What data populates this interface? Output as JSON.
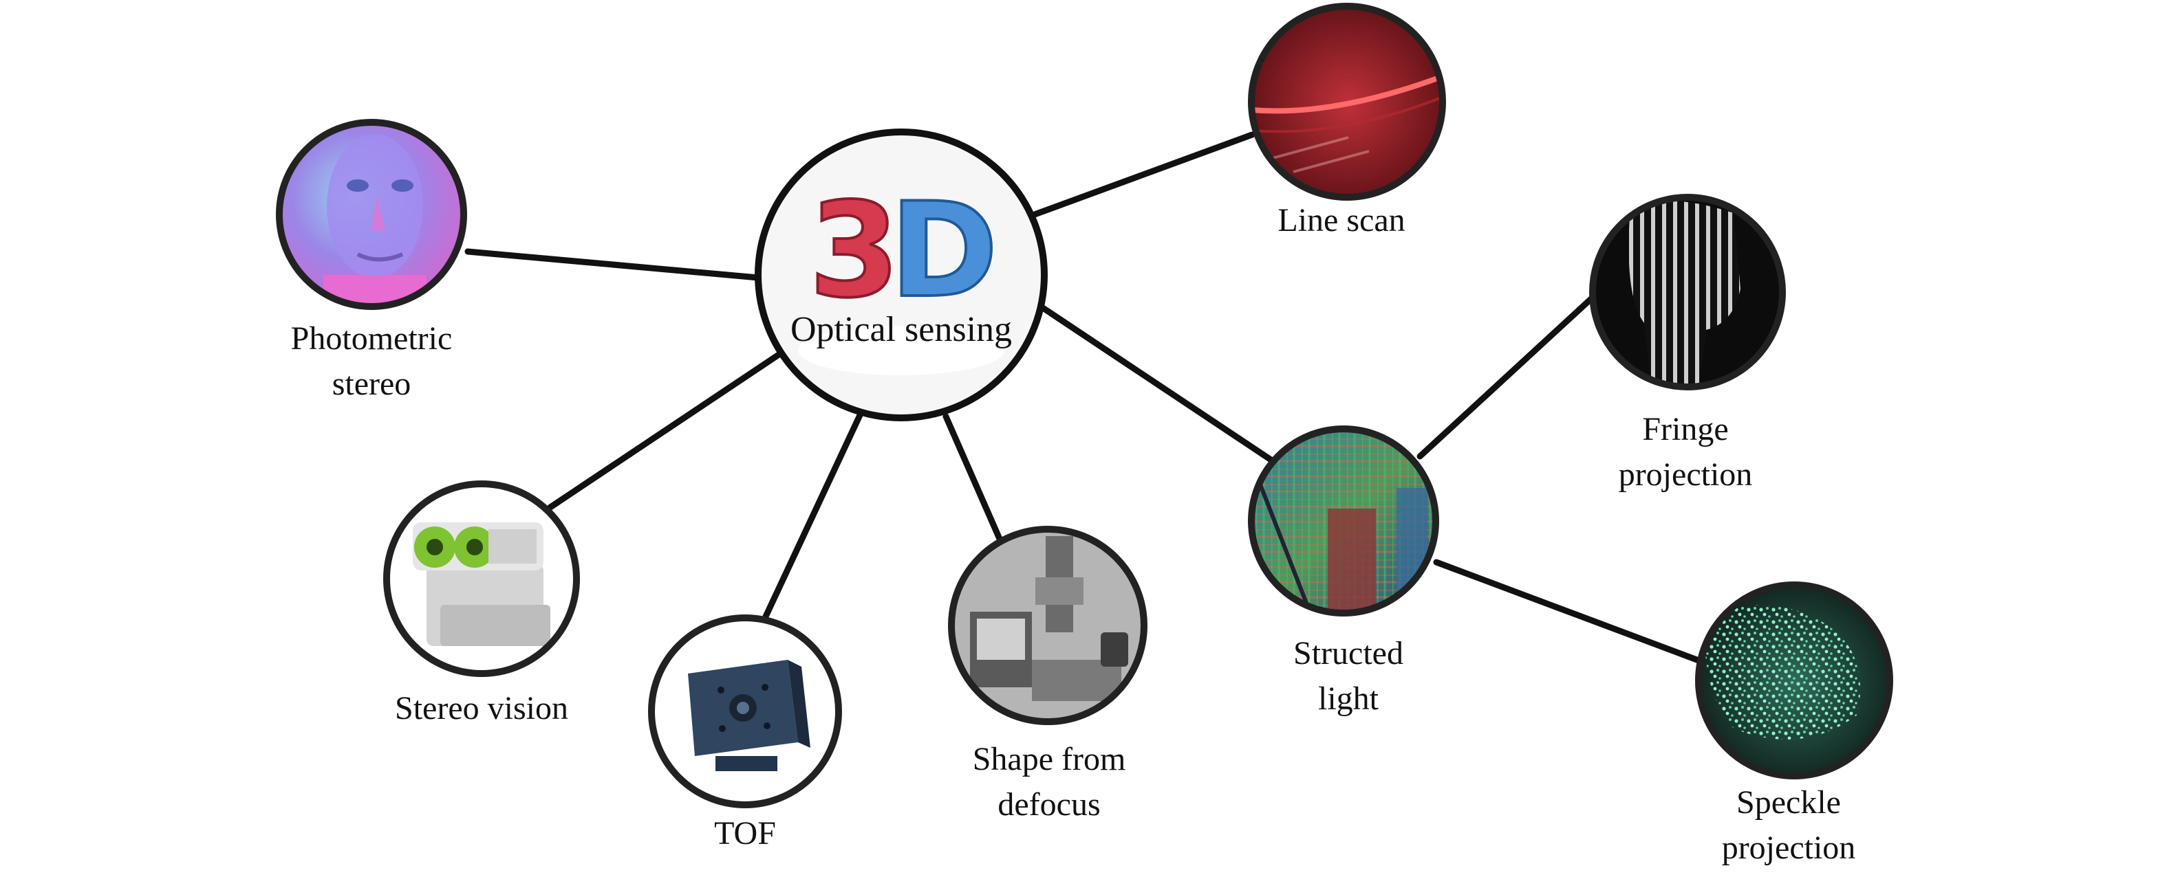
{
  "center": {
    "logo_text": "3D",
    "label": "Optical sensing"
  },
  "nodes": [
    {
      "id": "photometric-stereo",
      "lines": [
        "Photometric",
        "stereo"
      ],
      "icon": "face-normal-map-icon"
    },
    {
      "id": "stereo-vision",
      "lines": [
        "Stereo vision"
      ],
      "icon": "stereo-camera-icon"
    },
    {
      "id": "tof",
      "lines": [
        "TOF"
      ],
      "icon": "tof-camera-icon"
    },
    {
      "id": "shape-from-defocus",
      "lines": [
        "Shape from",
        "defocus"
      ],
      "icon": "microscope-setup-icon"
    },
    {
      "id": "line-scan",
      "lines": [
        "Line scan"
      ],
      "icon": "laser-line-icon"
    },
    {
      "id": "structed-light",
      "lines": [
        "Structed",
        "light"
      ],
      "icon": "colored-pattern-icon"
    },
    {
      "id": "fringe-projection",
      "lines": [
        "Fringe",
        "projection"
      ],
      "icon": "fringe-pattern-icon"
    },
    {
      "id": "speckle-projection",
      "lines": [
        "Speckle",
        "projection"
      ],
      "icon": "speckle-pattern-icon"
    }
  ],
  "colors": {
    "logo_red": "#d63a4e",
    "logo_blue": "#4a90d9",
    "line": "#111111"
  }
}
